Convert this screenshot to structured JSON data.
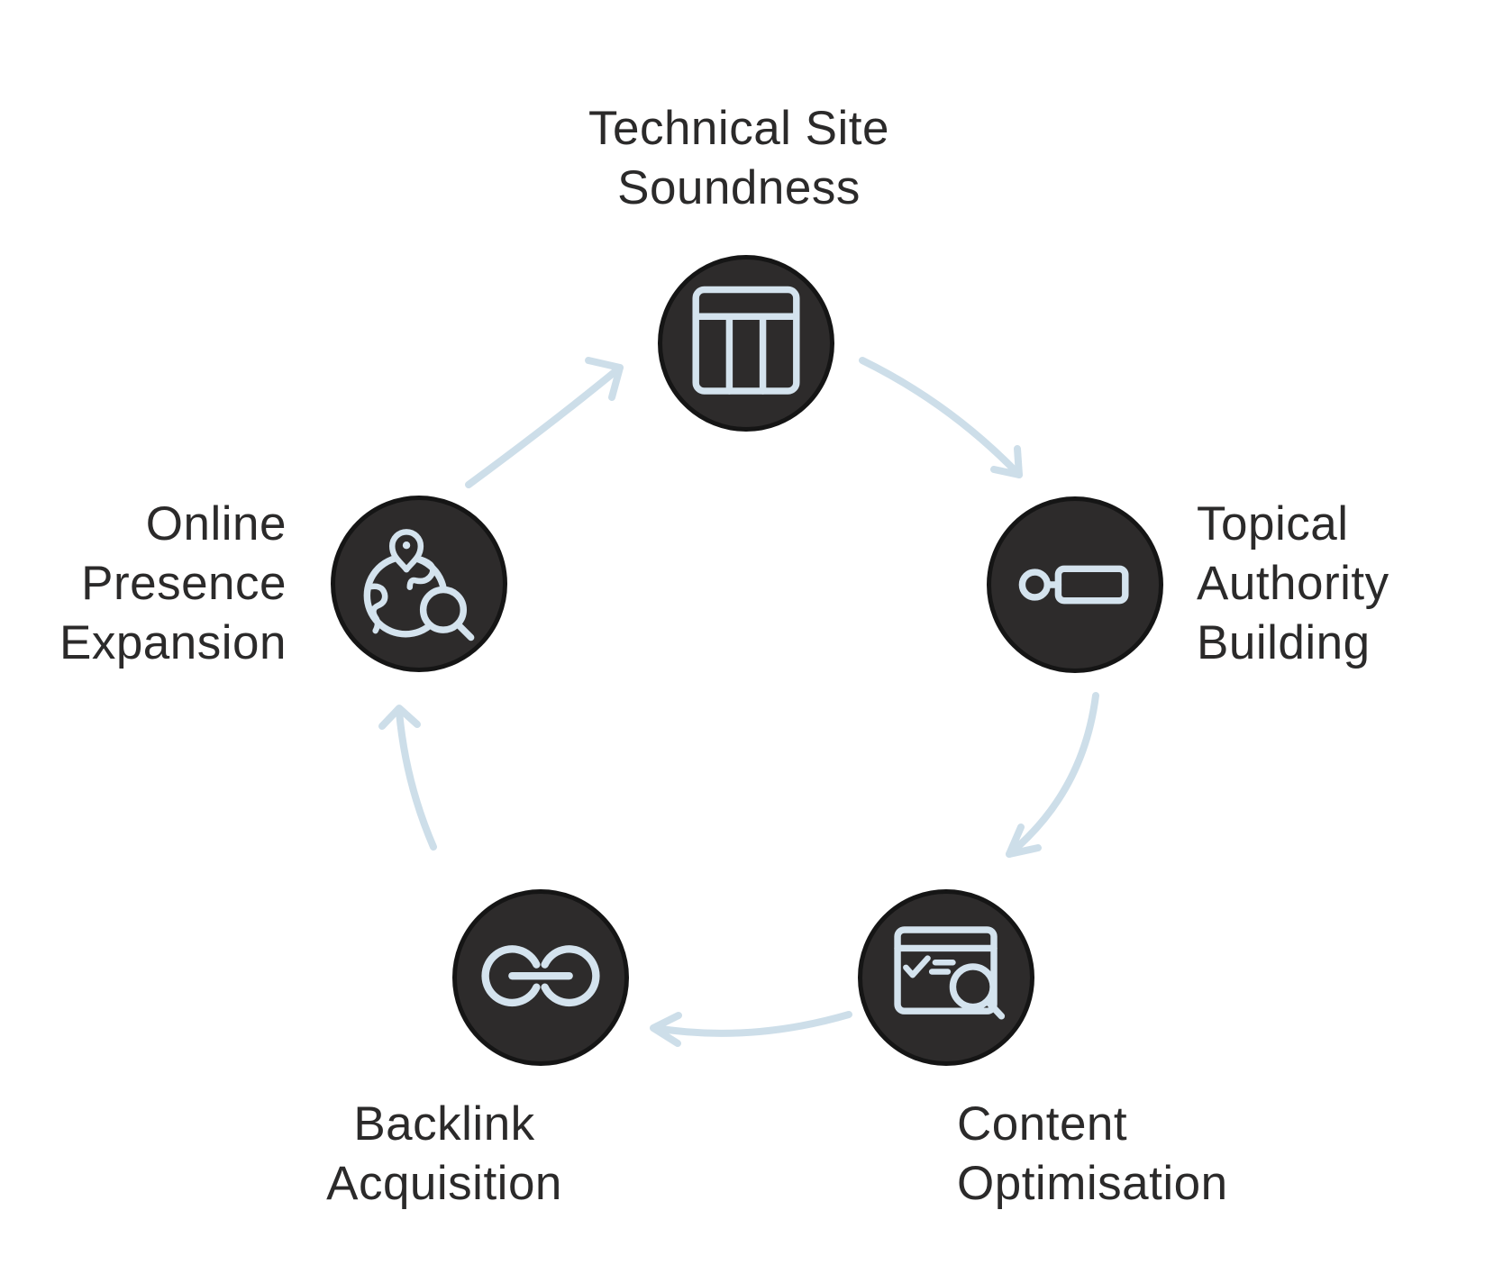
{
  "diagram": {
    "type": "cycle",
    "direction": "clockwise",
    "colors": {
      "background": "#ffffff",
      "node_fill": "#2d2b2b",
      "node_border": "#151515",
      "icon_stroke": "#d4e3ee",
      "arrow": "#cddee9",
      "text": "#2b2a2a"
    },
    "nodes": [
      {
        "id": "technical-site-soundness",
        "label": "Technical Site Soundness",
        "lines": [
          "Technical Site",
          "Soundness"
        ],
        "icon": "table-layout-icon",
        "position": "top"
      },
      {
        "id": "topical-authority-building",
        "label": "Topical Authority Building",
        "lines": [
          "Topical",
          "Authority",
          "Building"
        ],
        "icon": "node-link-icon",
        "position": "right"
      },
      {
        "id": "content-optimisation",
        "label": "Content Optimisation",
        "lines": [
          "Content",
          "Optimisation"
        ],
        "icon": "browser-check-search-icon",
        "position": "bottom-right"
      },
      {
        "id": "backlink-acquisition",
        "label": "Backlink Acquisition",
        "lines": [
          "Backlink",
          "Acquisition"
        ],
        "icon": "chain-link-icon",
        "position": "bottom-left"
      },
      {
        "id": "online-presence-expansion",
        "label": "Online Presence Expansion",
        "lines": [
          "Online",
          "Presence",
          "Expansion"
        ],
        "icon": "globe-pin-search-icon",
        "position": "left"
      }
    ],
    "flow": [
      "technical-site-soundness -> topical-authority-building",
      "topical-authority-building -> content-optimisation",
      "content-optimisation -> backlink-acquisition",
      "backlink-acquisition -> online-presence-expansion",
      "online-presence-expansion -> technical-site-soundness"
    ]
  }
}
